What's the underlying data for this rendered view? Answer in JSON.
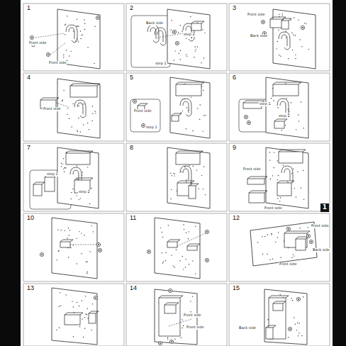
{
  "diagram": {
    "labels": [
      "1",
      "Front side",
      "Front side",
      "2",
      "Back side",
      "step 2",
      "step 1",
      "3",
      "Front side",
      "Back side",
      "4",
      "Front side",
      "5",
      "Front side",
      "step 1",
      "6",
      "step 1",
      "step 2",
      "7",
      "step 1",
      "step 2",
      "8",
      "9",
      "Front side",
      "Front side",
      "1",
      "10",
      "11",
      "12",
      "Front side",
      "Back side",
      "Front side",
      "13",
      "14",
      "Front side",
      "Front side",
      "15",
      "Back side"
    ]
  }
}
